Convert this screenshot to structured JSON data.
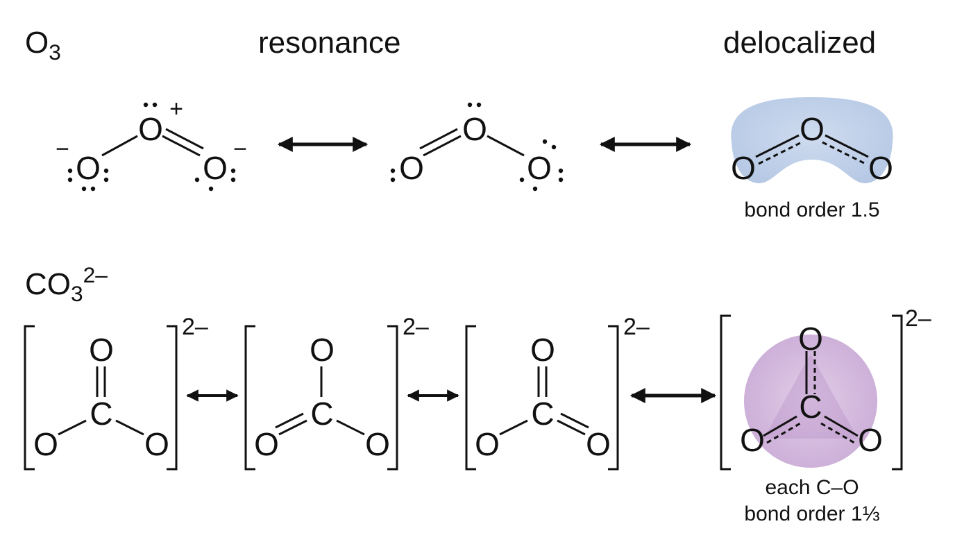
{
  "headings": {
    "o3_sym": "O",
    "o3_sub": "3",
    "resonance": "resonance",
    "delocalized": "delocalized",
    "co3_sym": "CO",
    "co3_sub": "3",
    "co3_sup": "2–"
  },
  "atoms": {
    "oxygen": "O",
    "carbon": "C"
  },
  "charges": {
    "plus": "+",
    "minus": "−",
    "dianion": "2–"
  },
  "captions": {
    "o3_bond_order": "bond order 1.5",
    "co3_line1": "each C–O",
    "co3_line2": "bond order 1⅓"
  },
  "colors": {
    "ink": "#111111",
    "ozone_cloud": "#a9bfe0",
    "carbonate_cloud": "#c7a4d3"
  }
}
